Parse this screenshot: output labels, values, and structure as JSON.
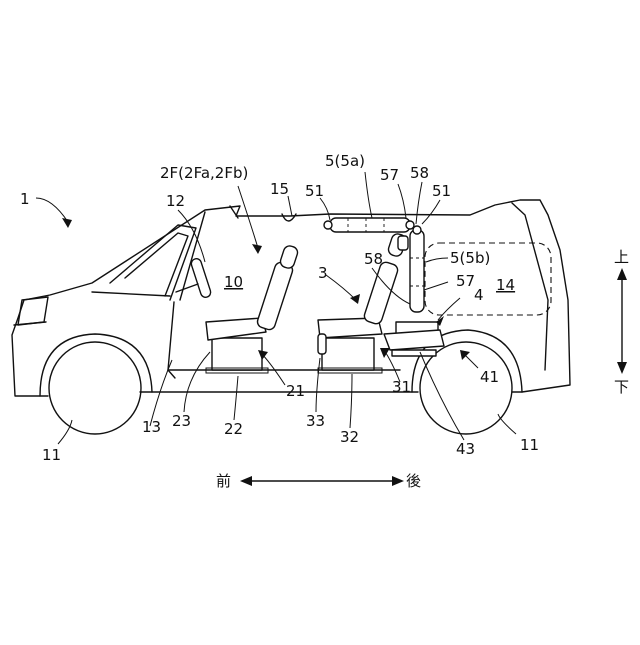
{
  "labels": {
    "vehicle": "1",
    "front_seat_group": "2F(2Fa,2Fb)",
    "rear_seat_group": "3",
    "front_seat_row": "21",
    "rear_seat": "31",
    "cushion_front": "23",
    "cushion_rear": "33",
    "rail_front": "22",
    "rail_rear": "32",
    "luggage_device": "4",
    "luggage_box": "41",
    "partition": "5(5a)",
    "partition_lowered": "5(5b)",
    "hinge": "51",
    "hinge_right": "51",
    "fold_a": "57",
    "fold_b": "58",
    "fold_c": "58",
    "fold_d": "57",
    "cabin": "10",
    "wheel_front": "11",
    "wheel_rear": "11",
    "steering": "12",
    "floor": "13",
    "cargo": "14",
    "roof": "15",
    "bracket": "43"
  },
  "direction": {
    "front": "前",
    "back": "後",
    "up": "上",
    "down": "下"
  }
}
